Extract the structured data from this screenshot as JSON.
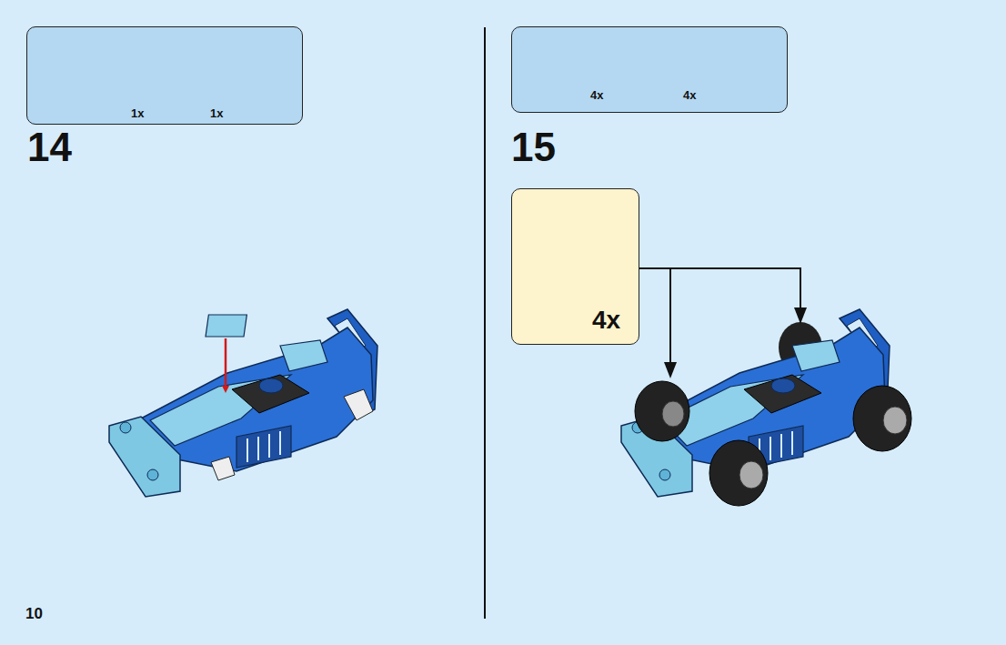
{
  "diagram": {
    "nodes": [
      {
        "text": [
          "1x",
          "1x"
        ]
      },
      {
        "text": [
          "4x",
          "4x"
        ]
      },
      {
        "text": [
          "4x"
        ]
      }
    ],
    "labels": [
      "14",
      "15",
      "10"
    ]
  }
}
